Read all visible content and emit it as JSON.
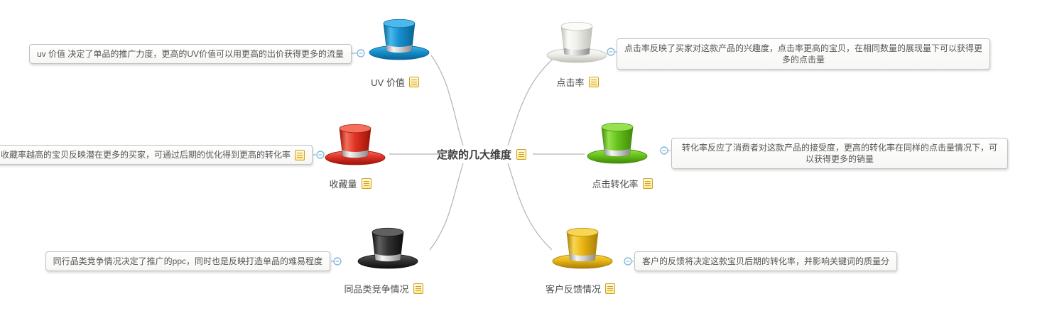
{
  "center": {
    "label": "定款的几大维度"
  },
  "branches": [
    {
      "id": "uv",
      "label": "UV 价值",
      "callout": "uv 价值 决定了单品的推广力度，更高的UV价值可以用更高的出价获得更多的流量",
      "hat": {
        "main": "#1590cf",
        "light": "#4cb8ec",
        "dark": "#0a6494"
      }
    },
    {
      "id": "ctr",
      "label": "点击率",
      "callout": "点击率反映了买家对这款产品的兴趣度，点击率更高的宝贝，在相同数量的展现量下可以获得更多的点击量",
      "hat": {
        "main": "#eeeeea",
        "light": "#fbfbf9",
        "dark": "#c0c0b6"
      }
    },
    {
      "id": "fav",
      "label": "收藏量",
      "callout": "收藏率越高的宝贝反映潜在更多的买家，可通过后期的优化得到更高的转化率",
      "hat": {
        "main": "#e03226",
        "light": "#f4705c",
        "dark": "#991407"
      }
    },
    {
      "id": "cvr",
      "label": "点击转化率",
      "callout": "转化率反应了消费者对这款产品的接受度，更高的转化率在同样的点击量情况下，可以获得更多的销量",
      "hat": {
        "main": "#67c31a",
        "light": "#97e04f",
        "dark": "#3f8a0a"
      }
    },
    {
      "id": "comp",
      "label": "同品类竞争情况",
      "callout": "同行品类竞争情况决定了推广的ppc，同时也是反映打造单品的难易程度",
      "hat": {
        "main": "#333333",
        "light": "#606060",
        "dark": "#0d0d0d"
      }
    },
    {
      "id": "fb",
      "label": "客户反馈情况",
      "callout": "客户的反馈将决定这款宝贝后期的转化率，并影响关键词的质量分",
      "hat": {
        "main": "#e9b613",
        "light": "#f7d654",
        "dark": "#a87d08"
      }
    }
  ],
  "colors": {
    "anchor_circle": "#86b9da",
    "note_fill": "#ffe793",
    "note_top": "#fffbe0",
    "note_border": "#c9a227",
    "note_line": "#cf9f2a",
    "band_silver": "#cfcfcf"
  }
}
